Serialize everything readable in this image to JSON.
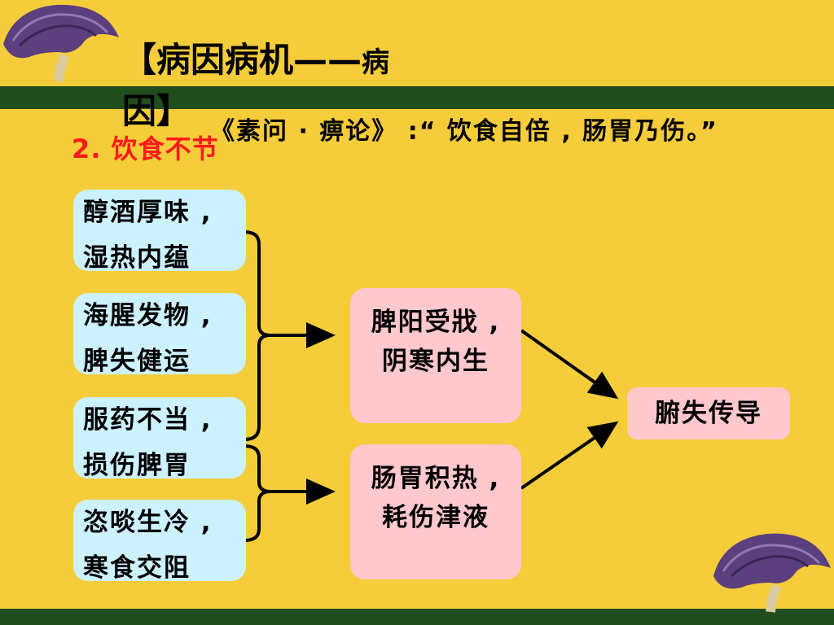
{
  "title": {
    "main": "【病因病机——",
    "small": "病",
    "line2": "因】"
  },
  "subtitle": "2. 饮食不节",
  "quote": "《素问 · 痹论》 :“ 饮食自倍 , 肠胃乃伤。”",
  "causes": [
    {
      "text": "醇酒厚味 , 湿热内蕴"
    },
    {
      "text": "海腥发物 , 脾失健运"
    },
    {
      "text": "服药不当 , 损伤脾胃"
    },
    {
      "text": "恣啖生冷 , 寒食交阻"
    }
  ],
  "mechanisms": [
    {
      "text": "脾阳受戕 , 阴寒内生"
    },
    {
      "text": "肠胃积热 , 耗伤津液"
    }
  ],
  "result": {
    "text": "腑失传导"
  },
  "colors": {
    "background": "#f5cc3a",
    "band": "#1f4d1c",
    "cause_box": "#cdf2ff",
    "mechanism_box": "#ffc8cd",
    "subtitle": "#ff1a1a"
  }
}
